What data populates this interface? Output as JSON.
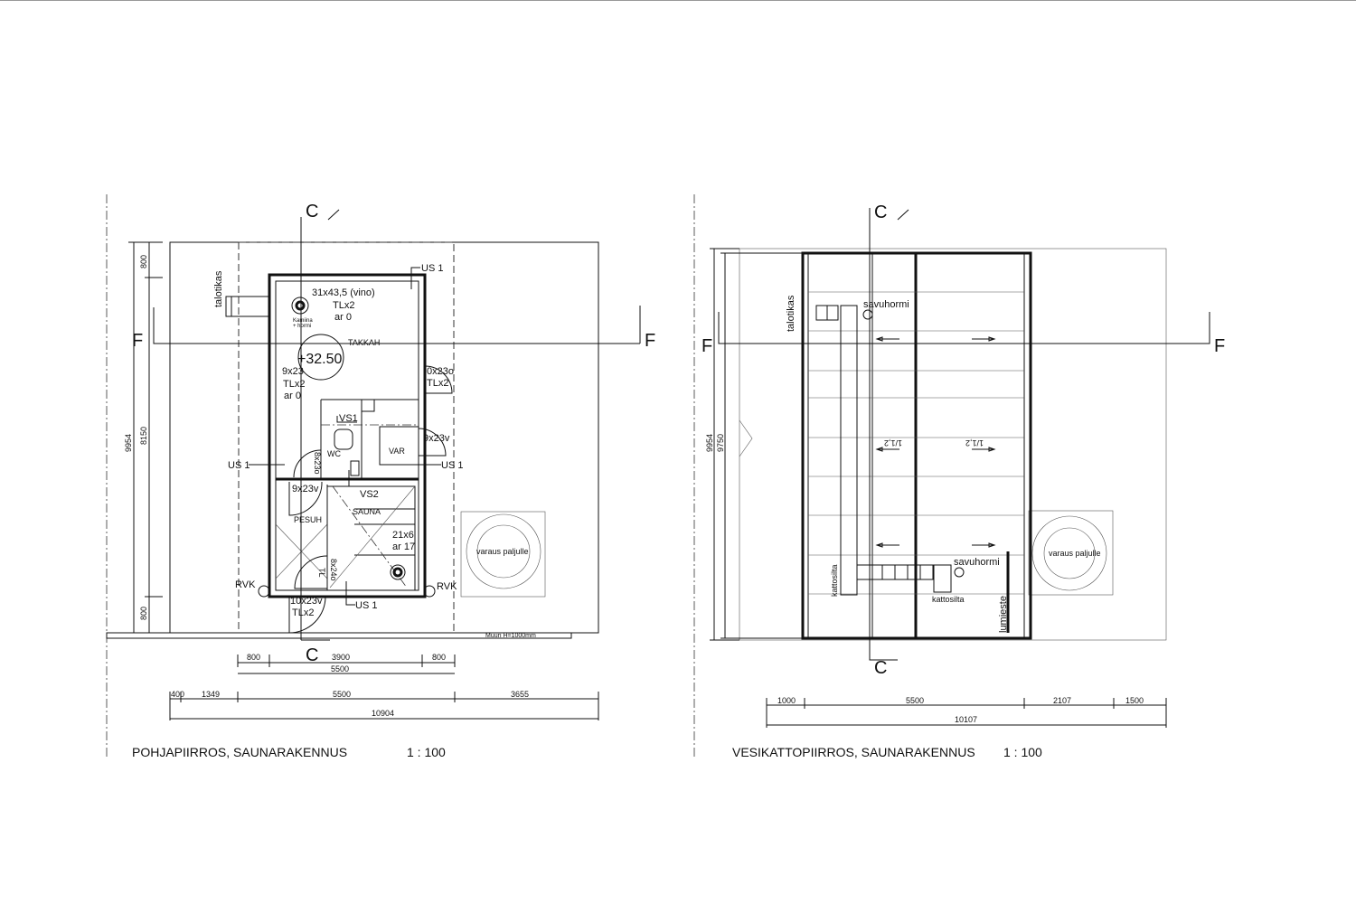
{
  "left_plan": {
    "title": "POHJAPIIRROS, SAUNARAKENNUS",
    "scale": "1 : 100",
    "section_c": "C",
    "section_f": "F",
    "labels": {
      "talotikas": "talotikas",
      "window_top": "31x43,5 (vino)",
      "window_top_tl": "TLx2",
      "window_top_ar": "ar 0",
      "kamiina": "Kamiina",
      "hormi": "+ hormi",
      "takkah": "TAKKAH",
      "level": "+32.50",
      "window_left": "9x23",
      "window_left_tl": "TLx2",
      "window_left_ar": "ar 0",
      "door_right": "0x23o",
      "door_right_tl": "TLx2",
      "vs1": "VS1",
      "vs2": "VS2",
      "wc": "WC",
      "var": "VAR",
      "door_var": "9x23v",
      "door_wc": "8x23o",
      "door_pesuh": "9x23v",
      "pesuh": "PESUH",
      "sauna": "SAUNA",
      "sauna_window": "21x6",
      "sauna_ar": "ar 17",
      "door_sauna": "8x24o",
      "door_sauna_tl": "TL",
      "entry_door": "10x23v",
      "entry_door_tl": "TLx2",
      "us1": "US 1",
      "rvk": "RVK",
      "varaus": "varaus paljulle",
      "muuri": "Muuri H=1000mm"
    },
    "dims_vertical": {
      "total": "9954",
      "top": "800",
      "middle": "8150",
      "bottom": "800"
    },
    "dims_row1": [
      "800",
      "3900",
      "800"
    ],
    "dims_row1_total": "5500",
    "dims_row2": [
      "400",
      "1349",
      "5500",
      "3655"
    ],
    "dims_row2_total": "10904"
  },
  "right_plan": {
    "title": "VESIKATTOPIIRROS, SAUNARAKENNUS",
    "scale": "1 : 100",
    "section_c": "C",
    "section_f": "F",
    "labels": {
      "talotikas": "talotikas",
      "savuhormi": "savuhormi",
      "slope": "1/1,2",
      "kattosilta": "kattosilta",
      "lumieste": "lumieste",
      "varaus": "varaus paljulle"
    },
    "dims_vertical": {
      "total": "9954",
      "inner": "9750"
    },
    "dims_row1": [
      "1000",
      "5500",
      "2107",
      "1500"
    ],
    "dims_row1_total": "10107"
  }
}
